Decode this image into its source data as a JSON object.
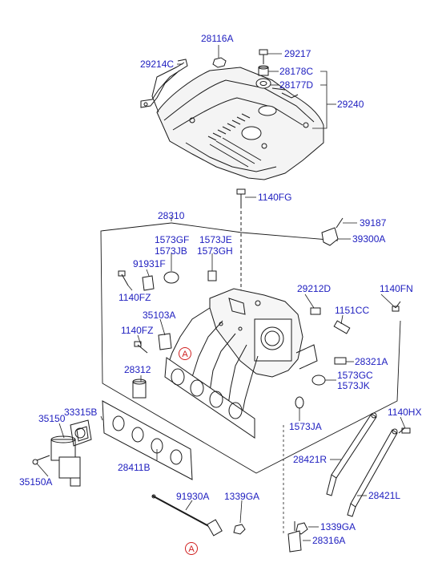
{
  "labels": {
    "l28116A": "28116A",
    "l29214C": "29214C",
    "l29217": "29217",
    "l28178C": "28178C",
    "l28177D": "28177D",
    "l29240": "29240",
    "l1140FG": "1140FG",
    "l28310": "28310",
    "l39187": "39187",
    "l39300A": "39300A",
    "l1573GF": "1573GF",
    "l1573JB": "1573JB",
    "l1573JE": "1573JE",
    "l1573GH": "1573GH",
    "l91931F": "91931F",
    "l1140FZa": "1140FZ",
    "l29212D": "29212D",
    "l1140FN": "1140FN",
    "l35103A": "35103A",
    "l1151CC": "1151CC",
    "l1140FZb": "1140FZ",
    "l28321A": "28321A",
    "l28312": "28312",
    "l1573GC": "1573GC",
    "l1573JK": "1573JK",
    "l33315B": "33315B",
    "l1140HX": "1140HX",
    "l35150": "35150",
    "l1573JA": "1573JA",
    "l28421R": "28421R",
    "l28411B": "28411B",
    "l35150A": "35150A",
    "l28421L": "28421L",
    "l91930A": "91930A",
    "l1339GAa": "1339GA",
    "l1339GAb": "1339GA",
    "l28316A": "28316A",
    "refA1": "A",
    "refA2": "A"
  },
  "colors": {
    "label": "#2020c0",
    "ref": "#d02020",
    "line": "#1a1a1a"
  }
}
